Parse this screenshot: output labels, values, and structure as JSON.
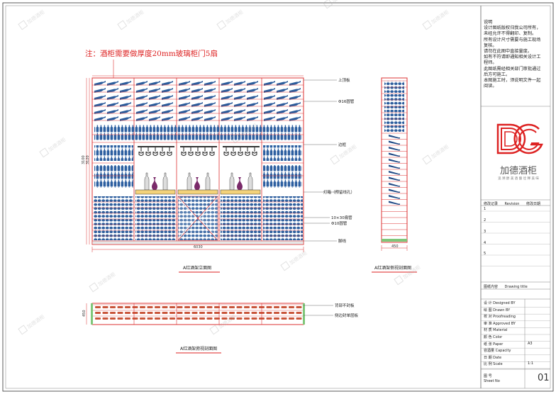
{
  "note": "注：酒柜需要做厚度20mm玻璃柜门5扇",
  "front_view": {
    "caption": "A红酒架立面图",
    "width_dim": "6030",
    "height_dim_outer": "3100",
    "height_dim_inner": "3120",
    "labels": [
      "上顶板",
      "Φ16圆管",
      "边框",
      "灯箱（预留线孔）",
      "10×30扁管",
      "Φ10圆管",
      "脚线"
    ]
  },
  "side_view": {
    "caption": "A红酒架侧视剖面图",
    "width_dim": "450"
  },
  "top_view": {
    "caption": "A红酒架俯视剖面图",
    "depth_dim": "450",
    "labels": [
      "背部不封板",
      "侧边封单层板"
    ]
  },
  "watermark": "加德酒柜",
  "title_block": {
    "notes_title": "说明",
    "notes": [
      "设计图纸版权归我公司所有，",
      "未经允许不得翻印、复制。",
      "所有设计尺寸需要与施工现场",
      "复核。",
      "请勿在此图中直接量度。",
      "如有不符请即通知相关设计工",
      "程师。",
      "此图纸需经相关部门审批通过",
      "后方可施工。",
      "本图施工时，须说明文件一起",
      "阅读。"
    ],
    "brand_name": "加德酒柜",
    "brand_sub": "追 溯 醇 美 酒 酿 诠 释 美 味",
    "revision_header": "修改记录      Revision      修改日期",
    "revision_rows": [
      "1",
      "2",
      "3",
      "4",
      "5"
    ],
    "drawing_title_label": "图纸内容      Drawing title",
    "fields": [
      {
        "label": "设 计 Designed BY",
        "value": ""
      },
      {
        "label": "绘 图 Drawn BY",
        "value": ""
      },
      {
        "label": "校 对 Proofreading",
        "value": ""
      },
      {
        "label": "审 准 Approved BY",
        "value": ""
      },
      {
        "label": "材 质 Material",
        "value": ""
      },
      {
        "label": "颜 色 Color",
        "value": ""
      },
      {
        "label": "纸 张 Paper",
        "value": "A3"
      },
      {
        "label": "容酒量 Capacity",
        "value": ""
      },
      {
        "label": "日 期 Date",
        "value": ""
      },
      {
        "label": "比 例 Scale",
        "value": "1:1"
      }
    ],
    "sheet_label": "图 号\nSheet No",
    "sheet_no": "01"
  }
}
